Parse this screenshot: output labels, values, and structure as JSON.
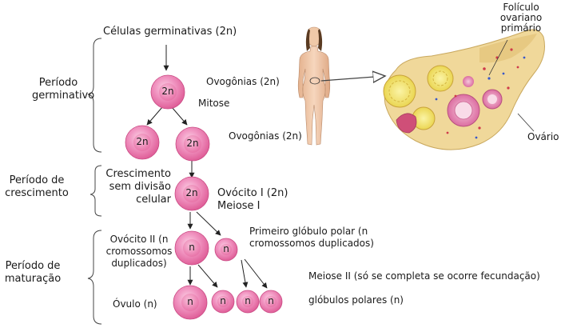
{
  "phases": {
    "germinative": "Período\ngerminativo",
    "growth": "Período de\ncrescimento",
    "maturation": "Período de\nmaturação"
  },
  "labels": {
    "germ_cells": "Células germinativas (2n)",
    "oogonia_1": "Ovogônias (2n)",
    "mitosis": "Mitose",
    "oogonia_2": "Ovogônias (2n)",
    "growth_note": "Crescimento\nsem divisão\ncelular",
    "oocyte_1": "Ovócito I (2n)\nMeiose I",
    "oocyte_2": "Ovócito II (n\ncromossomos\nduplicados)",
    "first_polar": "Primeiro glóbulo polar (n\ncromossomos duplicados)",
    "meiosis_2": "Meiose II (só se completa se ocorre fecundação)",
    "ovum": "Óvulo (n)",
    "polar_bodies": "glóbulos polares (n)",
    "follicle": "Folículo\novariano\nprimário",
    "ovary": "Ovário"
  },
  "cells": {
    "diploid": "2n",
    "haploid": "n"
  },
  "colors": {
    "cell_fill": "#f08cbc",
    "cell_core": "#e0568e",
    "ovary_fill": "#f2dca0",
    "follicle_yellow": "#f6e86a",
    "follicle_pink": "#e080a8",
    "skin": "#f2c9a8"
  }
}
